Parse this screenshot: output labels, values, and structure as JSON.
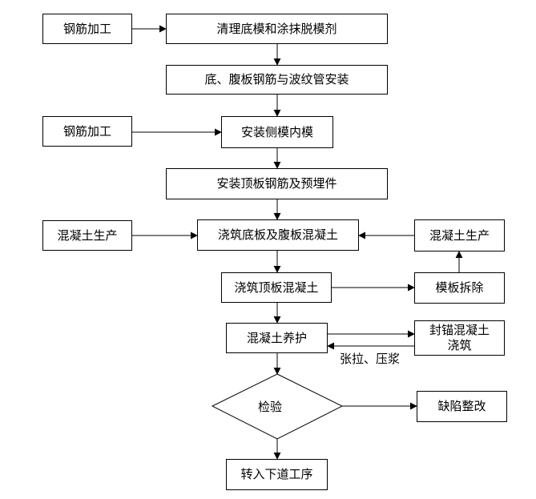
{
  "nodes": {
    "rebar_top": "钢筋加工",
    "clean_formwork": "清理底模和涂抹脱模剂",
    "bottom_web_rebar": "底、腹板钢筋与波纹管安装",
    "rebar_mid": "钢筋加工",
    "install_side_inner_forms": "安装侧模内模",
    "install_top_rebar": "安装顶板钢筋及预埋件",
    "concrete_left": "混凝土生产",
    "pour_bottom_web": "浇筑底板及腹板混凝土",
    "concrete_right": "混凝土生产",
    "pour_top": "浇筑顶板混凝土",
    "remove_forms": "模板拆除",
    "curing": "混凝土养护",
    "anchor_seal_line1": "封锚混凝土",
    "anchor_seal_line2": "浇筑",
    "inspection": "检验",
    "defect_fix": "缺陷整改",
    "next_process": "转入下道工序"
  },
  "edge_labels": {
    "tension_grout": "张拉、压浆"
  }
}
